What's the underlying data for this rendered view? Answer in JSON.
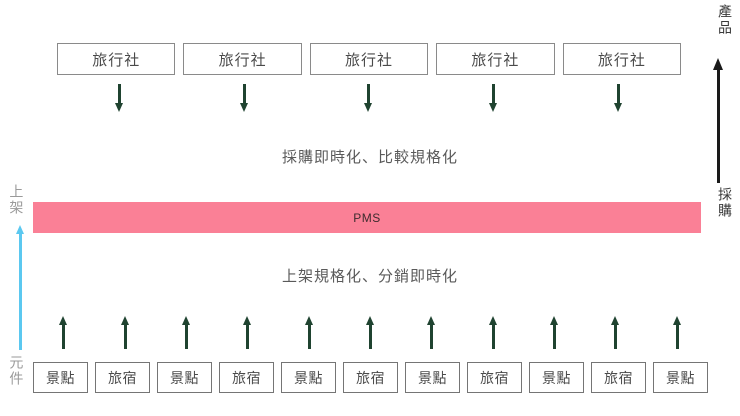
{
  "diagram": {
    "top_row": {
      "boxes": [
        {
          "label": "旅行社"
        },
        {
          "label": "旅行社"
        },
        {
          "label": "旅行社"
        },
        {
          "label": "旅行社"
        },
        {
          "label": "旅行社"
        }
      ],
      "arrow_count": 5,
      "arrow_direction": "down",
      "arrow_color": "#1f4330"
    },
    "caption_top": "採購即時化、比較規格化",
    "caption_bottom": "上架規格化、分銷即時化",
    "center_bar": {
      "label": "PMS",
      "fill_color": "#fa8096",
      "text_color": "#3d2b2e"
    },
    "bottom_row": {
      "boxes": [
        {
          "label": "景點"
        },
        {
          "label": "旅宿"
        },
        {
          "label": "景點"
        },
        {
          "label": "旅宿"
        },
        {
          "label": "景點"
        },
        {
          "label": "旅宿"
        },
        {
          "label": "景點"
        },
        {
          "label": "旅宿"
        },
        {
          "label": "景點"
        },
        {
          "label": "旅宿"
        },
        {
          "label": "景點"
        }
      ],
      "arrow_count": 11,
      "arrow_direction": "up",
      "arrow_color": "#1f4330"
    },
    "left_axis": {
      "top_label": "上架",
      "bottom_label": "元件",
      "arrow_direction": "up",
      "arrow_color": "#5bc8f0",
      "label_color": "#9a9a9a"
    },
    "right_axis": {
      "top_label": "產品",
      "bottom_label": "採購",
      "arrow_direction": "up",
      "arrow_color": "#1a1a1a",
      "label_color": "#3a3a3a"
    }
  }
}
